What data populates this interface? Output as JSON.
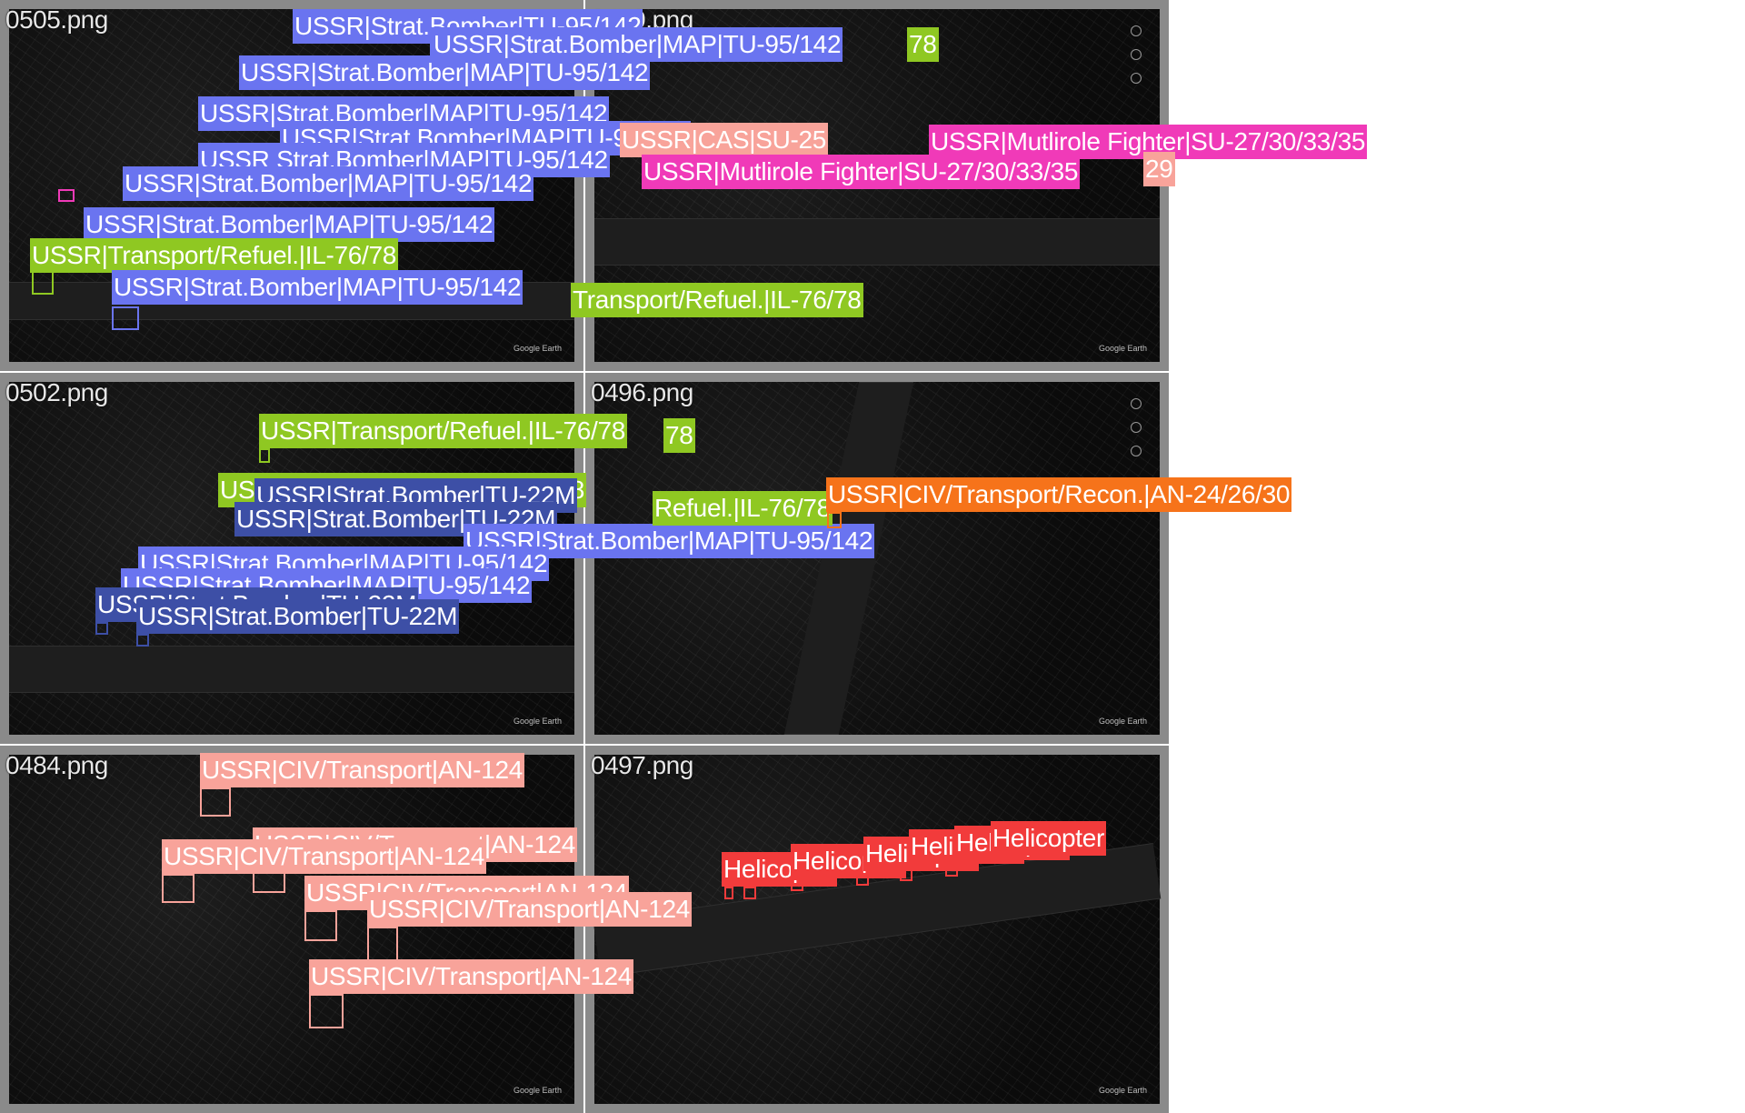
{
  "colors": {
    "strat_bomber_map": "#6a74f0",
    "strat_bomber": "#3d4fa6",
    "transport_refuel": "#8fc822",
    "cas": "#f8a39a",
    "multirole": "#f03ab8",
    "civ_transport": "#f8a39a",
    "civ_recon": "#f6731a",
    "helicopter": "#f23b3b"
  },
  "tiles": [
    {
      "name": "0505.png",
      "labels": [
        {
          "text": "USSR|Strat.Bomber|TU-95/142",
          "cls": "strat_bomber_map"
        },
        {
          "text": "USSR|Strat.Bomber|MAP|TU-95/142",
          "cls": "strat_bomber_map"
        },
        {
          "text": "USSR|Strat.Bomber|MAP|TU-95/142",
          "cls": "strat_bomber_map"
        },
        {
          "text": "USSR|Strat.Bomber|MAP|TU-95/142",
          "cls": "strat_bomber_map"
        },
        {
          "text": "USSR|Strat.Bomber|MAP|TU-95/142",
          "cls": "strat_bomber_map"
        },
        {
          "text": "USSR Strat.Bomber|MAP|TU-95/142",
          "cls": "strat_bomber_map"
        },
        {
          "text": "USSR|Strat.Bomber|MAP|TU-95/142",
          "cls": "strat_bomber_map"
        },
        {
          "text": "USSR|Strat.Bomber|MAP|TU-95/142",
          "cls": "strat_bomber_map"
        },
        {
          "text": "USSR|Transport/Refuel.|IL-76/78",
          "cls": "transport_refuel"
        },
        {
          "text": "USSR|Strat.Bomber|MAP|TU-95/142",
          "cls": "strat_bomber_map"
        }
      ]
    },
    {
      "name": "0479.png",
      "labels": [
        {
          "text": "USSR|Strat.Bomber|MAP|TU-95/142",
          "cls": "strat_bomber_map"
        },
        {
          "text": "78",
          "cls": "transport_refuel"
        },
        {
          "text": "USSR|CAS|SU-25",
          "cls": "cas"
        },
        {
          "text": "USSR|Mutlirole Fighter|SU-27/30/33/35",
          "cls": "multirole"
        },
        {
          "text": "USSR|Mutlirole Fighter|SU-27/30/33/35",
          "cls": "multirole"
        },
        {
          "text": "29",
          "cls": "cas"
        },
        {
          "text": "Transport/Refuel.|IL-76/78",
          "cls": "transport_refuel"
        }
      ]
    },
    {
      "name": "0502.png",
      "labels": [
        {
          "text": "USSR|Transport/Refuel.|IL-76/78",
          "cls": "transport_refuel"
        },
        {
          "text": "USSR|Transport/Refuel.|IL-76/78",
          "cls": "transport_refuel"
        },
        {
          "text": "USSR|Strat.Bomber|TU-22M",
          "cls": "strat_bomber"
        },
        {
          "text": "USSR|Strat.Bomber|TU-22M",
          "cls": "strat_bomber"
        },
        {
          "text": "USSR|Strat.Bomber|MAP|TU-95/142",
          "cls": "strat_bomber_map"
        },
        {
          "text": "USSR|Strat.Bomber|MAP|TU-95/142",
          "cls": "strat_bomber_map"
        },
        {
          "text": "USSR|Strat.Bomber|MAP|TU-95/142",
          "cls": "strat_bomber_map"
        },
        {
          "text": "USSR|Strat.Bomber|TU-22M",
          "cls": "strat_bomber"
        },
        {
          "text": "USSR|Strat.Bomber|TU-22M",
          "cls": "strat_bomber"
        }
      ]
    },
    {
      "name": "0496.png",
      "labels": [
        {
          "text": "78",
          "cls": "transport_refuel"
        },
        {
          "text": "Refuel.|IL-76/78",
          "cls": "transport_refuel"
        },
        {
          "text": "USSR|CIV/Transport/Recon.|AN-24/26/30",
          "cls": "civ_recon"
        }
      ]
    },
    {
      "name": "0484.png",
      "labels": [
        {
          "text": "USSR|CIV/Transport|AN-124",
          "cls": "civ_transport"
        },
        {
          "text": "USSR|CIV/Transport|AN-124",
          "cls": "civ_transport"
        },
        {
          "text": "USSR|CIV/Transport|AN-124",
          "cls": "civ_transport"
        },
        {
          "text": "USSR|CIV/Transport|AN-124",
          "cls": "civ_transport"
        },
        {
          "text": "USSR|CIV/Transport|AN-124",
          "cls": "civ_transport"
        },
        {
          "text": "USSR|CIV/Transport|AN-124",
          "cls": "civ_transport"
        }
      ]
    },
    {
      "name": "0497.png",
      "labels": [
        {
          "text": "Helicopter",
          "cls": "helicopter"
        },
        {
          "text": "Helicopter",
          "cls": "helicopter"
        },
        {
          "text": "Helicopter",
          "cls": "helicopter"
        },
        {
          "text": "Helicopter",
          "cls": "helicopter"
        },
        {
          "text": "Helicopter",
          "cls": "helicopter"
        },
        {
          "text": "Helicopter",
          "cls": "helicopter"
        }
      ]
    }
  ]
}
